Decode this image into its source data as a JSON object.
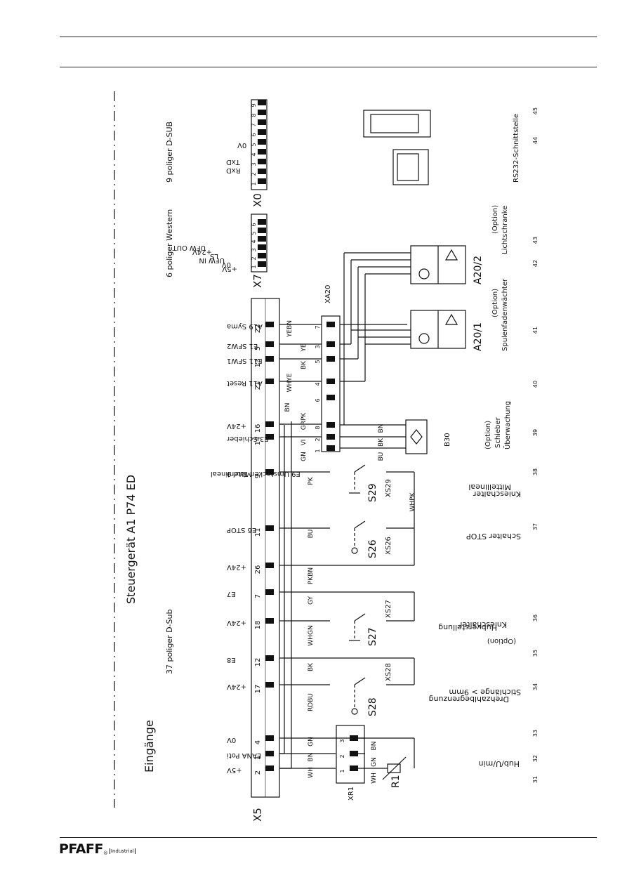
{
  "page": {
    "brand": "PFAFF",
    "brand_mark": "®",
    "brand_sub": "Industrial"
  },
  "blocks": {
    "controller": "Steuergerät A1   P74 ED",
    "inputs": "Eingänge",
    "dsub37": "37 poliger D-Sub",
    "western6": "6 poliger Western",
    "dsub9": "9 poliger D-SUB"
  },
  "connectors": {
    "x5": "X5",
    "x7": "X7",
    "x0": "X0",
    "xa20": "XA20",
    "xr1": "XR1"
  },
  "x5_pins": [
    {
      "id": "p2",
      "pin": "2",
      "signal": "+5V"
    },
    {
      "id": "p1",
      "pin": "1",
      "signal": "EANA Poti"
    },
    {
      "id": "p4",
      "pin": "4",
      "signal": "0V"
    },
    {
      "id": "p17",
      "pin": "17",
      "signal": "+24V"
    },
    {
      "id": "p12",
      "pin": "12",
      "signal": "E8"
    },
    {
      "id": "p18",
      "pin": "18",
      "signal": "+24V"
    },
    {
      "id": "p7",
      "pin": "7",
      "signal": "E7"
    },
    {
      "id": "p26",
      "pin": "26",
      "signal": "+24V"
    },
    {
      "id": "p11",
      "pin": "11",
      "signal": "E6 STOP"
    },
    {
      "id": "p9",
      "pin": "9",
      "signal": "E9 Umstecken Tauf 9"
    },
    {
      "id": "p14",
      "pin": "14",
      "signal": "E3 Schieber"
    },
    {
      "id": "p16",
      "pin": "16",
      "signal": "+24V"
    },
    {
      "id": "p21",
      "pin": "21",
      "signal": "A11 Reset"
    },
    {
      "id": "p13",
      "pin": "13",
      "signal": "E11 SFW1"
    },
    {
      "id": "p5",
      "pin": "5",
      "signal": "E1 SFW2"
    },
    {
      "id": "p22",
      "pin": "22",
      "signal": "A19 Syma"
    }
  ],
  "pin9_extra": "Mittenlineal",
  "wire_colors": [
    "WH",
    "BN",
    "GN",
    "RDBU",
    "BK",
    "WHGN",
    "GY",
    "PKBN",
    "BU",
    "PK",
    "GN",
    "VI",
    "GRPK",
    "WHYE",
    "BK",
    "YE",
    "YEBN",
    "BN",
    "WHPK",
    "WH",
    "GN",
    "BN",
    "BU",
    "BK",
    "BN"
  ],
  "xa20_pins": [
    "1",
    "2",
    "8",
    "6",
    "4",
    "5",
    "3",
    "7"
  ],
  "xr1_pins": [
    "1",
    "2",
    "3"
  ],
  "x7_pins": [
    "1",
    "2",
    "3",
    "4",
    "5",
    "6"
  ],
  "x7_signals": [
    "+5V",
    "0V",
    "UFW IN",
    "LS",
    "+24V",
    "UFW OUT"
  ],
  "x0_pins": [
    "1",
    "2",
    "3",
    "4",
    "5",
    "6",
    "7",
    "8",
    "9"
  ],
  "x0_signals": [
    "RxD",
    "TxD",
    "0V"
  ],
  "components": {
    "r1": "R1",
    "s28": "S28",
    "xs28": "XS28",
    "s27": "S27",
    "xs27": "XS27",
    "s26": "S26",
    "xs26": "XS26",
    "s29": "S29",
    "xs29": "XS29",
    "b30": "B30",
    "a20_1": "A20/1",
    "a20_2": "A20/2"
  },
  "descriptions": {
    "d32": "Hub/U/min",
    "d34_1": "Stichlänge > 9mm",
    "d34_2": "Drehzahlbegrenzung",
    "d36_1": "(Option)",
    "d36_2": "Knieschalter",
    "d36_3": "Hubverstellung",
    "d37": "Schalter STOP",
    "d38_1": "Knieschalter",
    "d38_2": "Mittellineal",
    "d39_1": "(Option)",
    "d39_2": "Schieber",
    "d39_3": "Überwachung",
    "d41_1": "(Option)",
    "d41_2": "Spulenfadenwächter",
    "d43_1": "(Option)",
    "d43_2": "Lichtschranke",
    "d45": "RS232-Schnittstelle"
  },
  "column_numbers": [
    "31",
    "32",
    "33",
    "34",
    "35",
    "36",
    "37",
    "38",
    "39",
    "40",
    "41",
    "42",
    "43",
    "44",
    "45"
  ]
}
